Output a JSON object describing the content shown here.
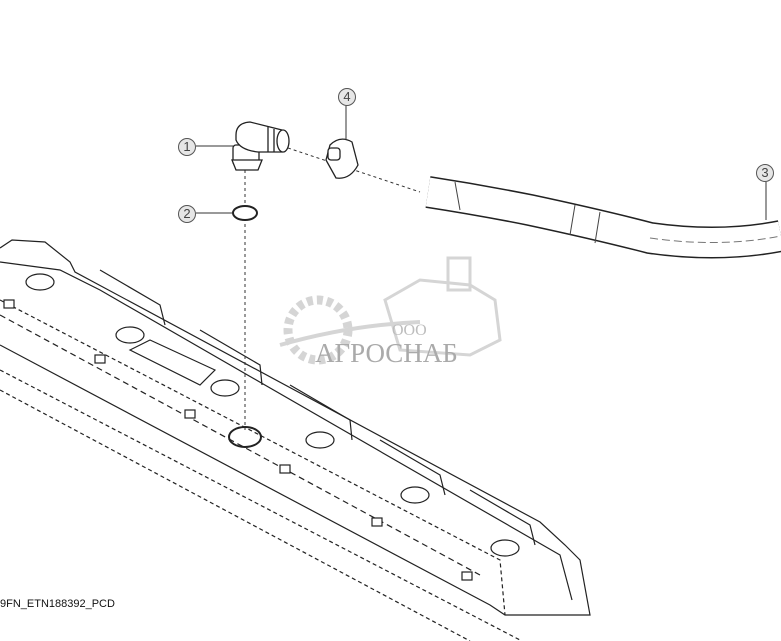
{
  "diagram": {
    "figure_id": "9FN_ETN188392_PCD",
    "callouts": [
      {
        "number": "1",
        "part": "elbow-fitting"
      },
      {
        "number": "2",
        "part": "o-ring"
      },
      {
        "number": "3",
        "part": "hose"
      },
      {
        "number": "4",
        "part": "hose-clamp"
      }
    ],
    "watermark": {
      "prefix": "ООО",
      "name": "АГРОСНАБ"
    }
  }
}
